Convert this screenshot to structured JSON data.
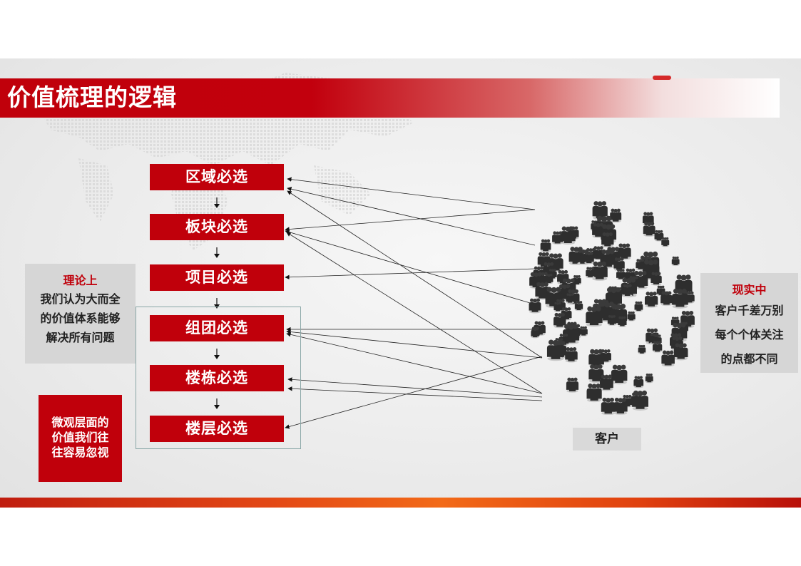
{
  "title": "价值梳理的逻辑",
  "steps": [
    "区域必选",
    "板块必选",
    "项目必选",
    "组团必选",
    "楼栋必选",
    "楼层必选"
  ],
  "theory": {
    "heading": "理论上",
    "lines": [
      "我们认为大而全",
      "的价值体系能够",
      "解决所有问题"
    ]
  },
  "micro": {
    "lines": [
      "微观层面的",
      "价值我们往",
      "往容易忽视"
    ]
  },
  "reality": {
    "heading": "现实中",
    "lines": [
      "客户千差万别",
      "每个个体关注",
      "的点都不同"
    ]
  },
  "customer_label": "客户",
  "colors": {
    "brand_red": "#c0000b",
    "panel_gray": "#d6d6d6"
  },
  "icons": [
    "world-map-icon",
    "person-group-icon",
    "arrow-down-icon"
  ]
}
